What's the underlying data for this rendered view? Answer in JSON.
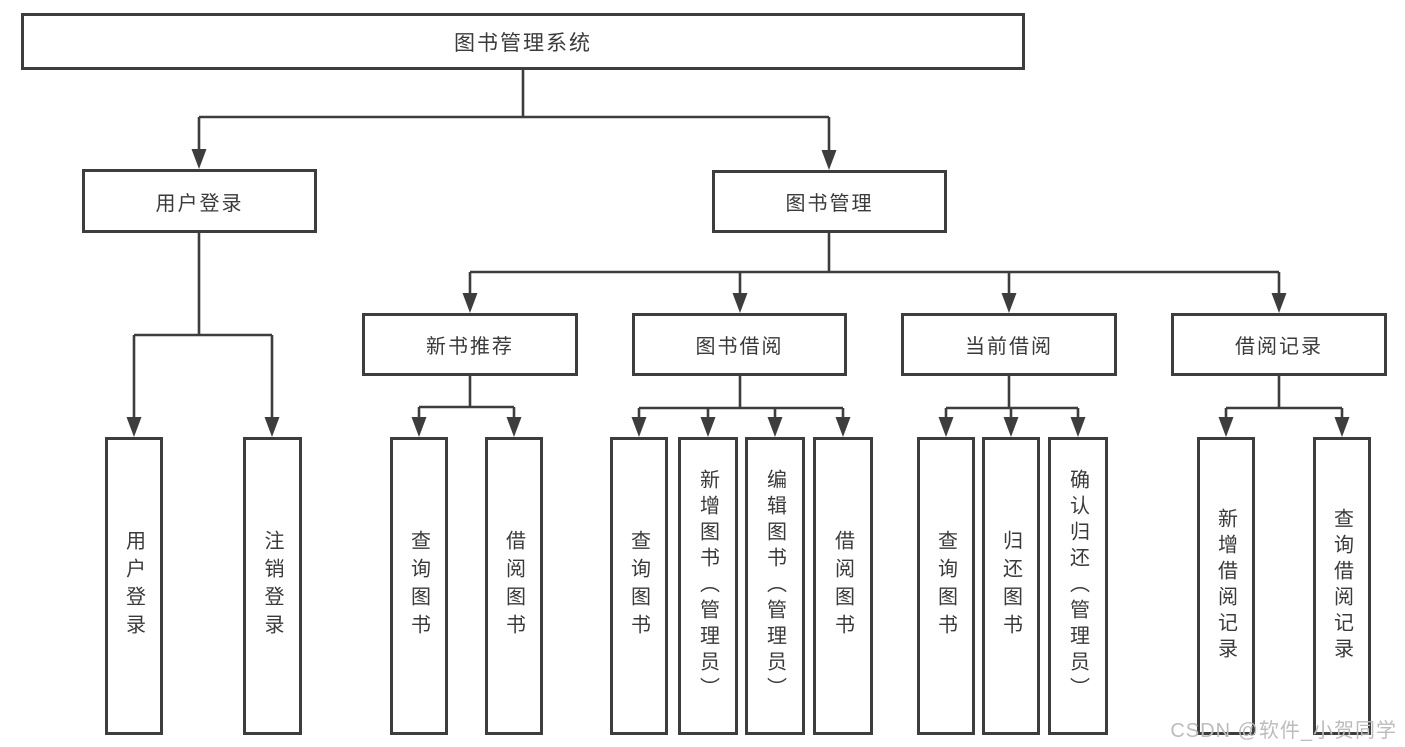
{
  "diagram": {
    "root": {
      "label": "图书管理系统"
    },
    "branches": [
      {
        "label": "用户登录",
        "children": [
          {
            "label": "用户登录"
          },
          {
            "label": "注销登录"
          }
        ]
      },
      {
        "label": "图书管理",
        "children": [
          {
            "label": "新书推荐",
            "children": [
              {
                "label": "查询图书"
              },
              {
                "label": "借阅图书"
              }
            ]
          },
          {
            "label": "图书借阅",
            "children": [
              {
                "label": "查询图书"
              },
              {
                "label": "新增图书（管理员）"
              },
              {
                "label": "编辑图书（管理员）"
              },
              {
                "label": "借阅图书"
              }
            ]
          },
          {
            "label": "当前借阅",
            "children": [
              {
                "label": "查询图书"
              },
              {
                "label": "归还图书"
              },
              {
                "label": "确认归还（管理员）"
              }
            ]
          },
          {
            "label": "借阅记录",
            "children": [
              {
                "label": "新增借阅记录"
              },
              {
                "label": "查询借阅记录"
              }
            ]
          }
        ]
      }
    ],
    "watermark": {
      "text": "CSDN @软件_小贺同学"
    },
    "colors": {
      "line": "#3d3d3d",
      "text": "#3a3a3a",
      "watermark": "#bcbcbc",
      "background": "#ffffff"
    }
  }
}
